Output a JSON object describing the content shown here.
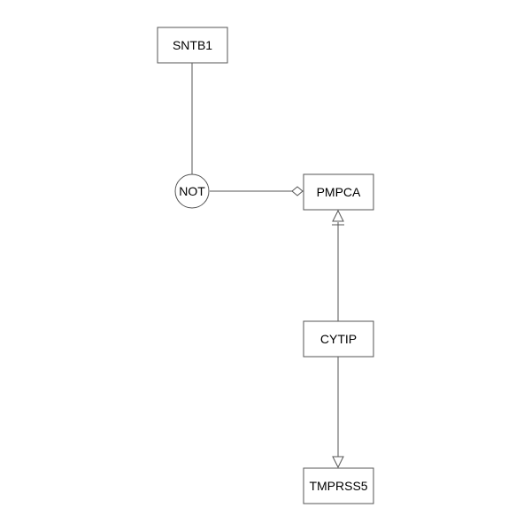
{
  "nodes": {
    "sntb1": {
      "label": "SNTB1"
    },
    "not_gate": {
      "label": "NOT"
    },
    "pmpca": {
      "label": "PMPCA"
    },
    "cytip": {
      "label": "CYTIP"
    },
    "tmprss5": {
      "label": "TMPRSS5"
    }
  },
  "colors": {
    "stroke": "#555555",
    "fill": "#ffffff",
    "text": "#000000"
  }
}
